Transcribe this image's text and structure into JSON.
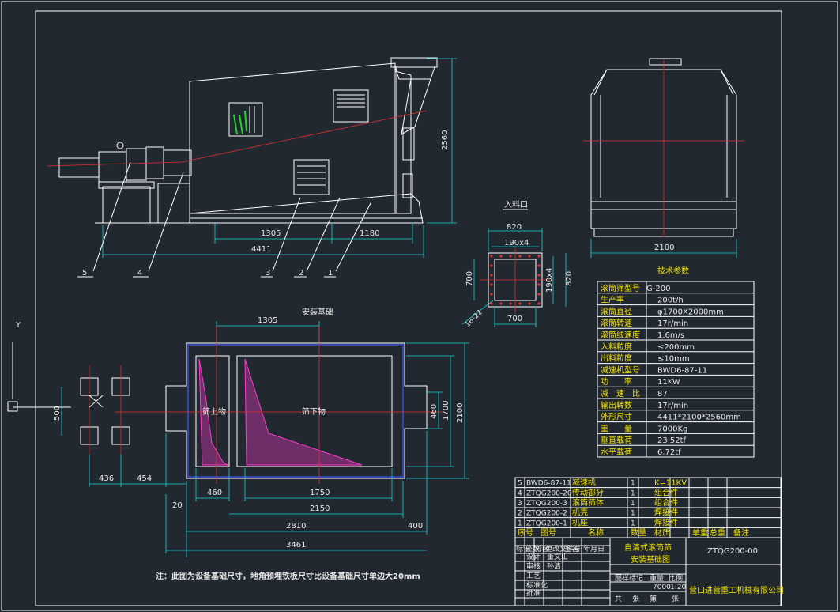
{
  "main_view": {
    "height_dim": "2560",
    "dim_1305": "1305",
    "dim_1180": "1180",
    "length_dim": "4411",
    "callouts": [
      "1",
      "2",
      "3",
      "4",
      "5"
    ]
  },
  "end_view": {
    "width_dim": "2100"
  },
  "inlet": {
    "title": "入料口",
    "dim_820_top": "820",
    "dim_190x4_top": "190x4",
    "dim_700_left": "700",
    "dim_190x4_right": "190x4",
    "dim_820_right": "820",
    "dim_700_bottom": "700",
    "hole_note": "16-22"
  },
  "foundation": {
    "title": "安装基础",
    "dim_1305": "1305",
    "left_label": "筛上物",
    "right_label": "筛下物",
    "dim_500": "500",
    "dim_436": "436",
    "dim_454": "454",
    "dim_20": "20",
    "dim_460_bottom": "460",
    "dim_1750": "1750",
    "dim_2150": "2150",
    "dim_2810": "2810",
    "dim_400": "400",
    "dim_3461": "3461",
    "dim_460_right": "460",
    "dim_1700": "1700",
    "dim_2100": "2100"
  },
  "note": "注：此图为设备基础尺寸，地角预埋铁板尺寸比设备基础尺寸单边大20mm",
  "tech_params": {
    "title": "技术参数",
    "rows": [
      [
        "滚筒筛型号",
        "G-200"
      ],
      [
        "生产率",
        "200t/h"
      ],
      [
        "滚筒直径",
        "φ1700X2000mm"
      ],
      [
        "滚筒转速",
        "17r/min"
      ],
      [
        "滚筒线速度",
        "1.6m/s"
      ],
      [
        "入料粒度",
        "≤200mm"
      ],
      [
        "出料粒度",
        "≤10mm"
      ],
      [
        "减速机型号",
        "BWD6-87-11"
      ],
      [
        "功　　率",
        "11KW"
      ],
      [
        "减　速　比",
        "87"
      ],
      [
        "输出转数",
        "17r/min"
      ],
      [
        "外形尺寸",
        "4411*2100*2560mm"
      ],
      [
        "重　　量",
        "7000Kg"
      ],
      [
        "垂直载荷",
        "23.52tf"
      ],
      [
        "水平载荷",
        "6.72tf"
      ]
    ]
  },
  "parts_list": {
    "rows": [
      [
        "5",
        "BWD6-87-11",
        "减速机",
        "1",
        "K=11KV",
        ""
      ],
      [
        "4",
        "ZTQG200-20",
        "传动部分",
        "1",
        "组合件",
        ""
      ],
      [
        "3",
        "ZTQG200-3",
        "滚筒筛体",
        "1",
        "组合件",
        ""
      ],
      [
        "2",
        "ZTQG200-2",
        "机壳",
        "1",
        "焊接件",
        ""
      ],
      [
        "1",
        "ZTQG200-1",
        "机座",
        "1",
        "焊接件",
        ""
      ]
    ],
    "header": [
      "序号",
      "图号",
      "名称",
      "数量",
      "材质",
      "单重",
      "总重",
      "备注"
    ]
  },
  "title_block": {
    "product_name": "自清式滚筒筛",
    "drawing_name": "安装基础图",
    "drawing_no": "ZTQG200-00",
    "weight": "7000",
    "scale": "1:20",
    "company": "营口进营重工机械有限公司",
    "row_labels": [
      "标记",
      "处数",
      "分区",
      "更改文件号",
      "签名",
      "年月日"
    ],
    "sign_labels": [
      "设计",
      "审核",
      "工艺",
      "标准化",
      "批准"
    ],
    "stage_labels": [
      "图样标记",
      "重量",
      "比例"
    ],
    "sheet_labels": [
      "共",
      "张",
      "第",
      "张"
    ],
    "signers": [
      "董文山",
      "孙清"
    ]
  },
  "ucs": {
    "y_label": "Y"
  }
}
